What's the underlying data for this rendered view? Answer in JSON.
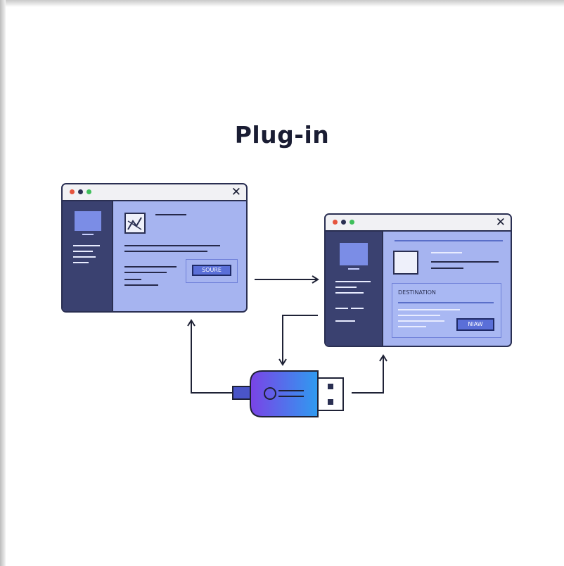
{
  "title": "Plug-in",
  "source_window": {
    "close_glyph": "✕",
    "button_label": "SOURE"
  },
  "destination_window": {
    "close_glyph": "✕",
    "panel_label": "DESTINATION",
    "button_label": "NIAW"
  },
  "colors": {
    "window_body": "#a6b4f0",
    "sidebar": "#3a4170",
    "outline": "#2a2f52",
    "usb_gradient_start": "#7a43e6",
    "usb_gradient_end": "#2f9bf0"
  },
  "icons": {
    "usb": "usb-drive-icon",
    "chart": "chart-thumbnail-icon"
  }
}
